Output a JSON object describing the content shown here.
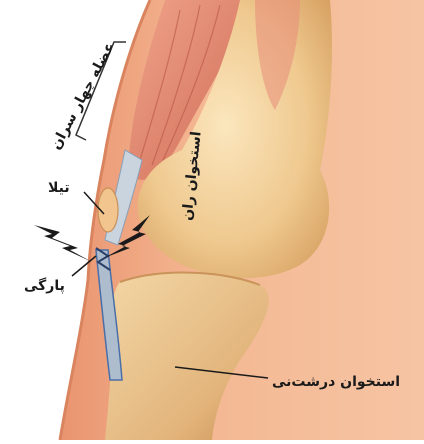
{
  "labels": {
    "quadriceps": "عضله چهار سران",
    "femur": "استخوان ران",
    "tendon": "تیلا",
    "tear": "پارگی",
    "tibia": "استخوان درشت‌نی"
  },
  "colors": {
    "skin": "#f2b28a",
    "skin_shadow": "#e59a73",
    "muscle": "#e07e6a",
    "bone": "#f2d09a",
    "bone_shadow": "#d9a865",
    "tendon": "#b8c6d6",
    "tendon_dark": "#4a6fa8",
    "line": "#1a1a1a"
  },
  "icons": [
    "lightning-bolt-icon",
    "lightning-bolt-icon"
  ]
}
